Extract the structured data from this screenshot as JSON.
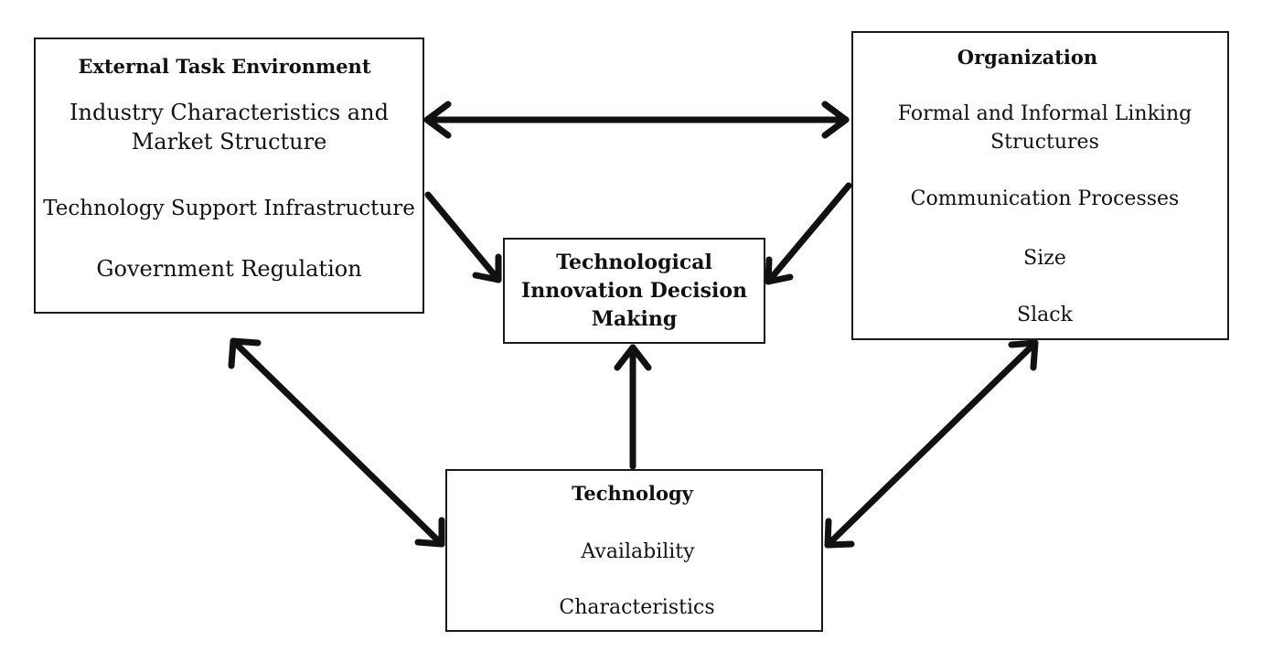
{
  "external": {
    "title": "External Task Environment",
    "items": [
      "Industry Characteristics and",
      "Market Structure",
      "Technology Support Infrastructure",
      "Government Regulation"
    ]
  },
  "organization": {
    "title": "Organization",
    "items": [
      "Formal  and Informal Linking",
      "Structures",
      "Communication Processes",
      "Size",
      "Slack"
    ]
  },
  "decision": {
    "lines": [
      "Technological",
      "Innovation Decision",
      "Making"
    ]
  },
  "technology": {
    "title": "Technology",
    "items": [
      "Availability",
      "Characteristics"
    ]
  }
}
